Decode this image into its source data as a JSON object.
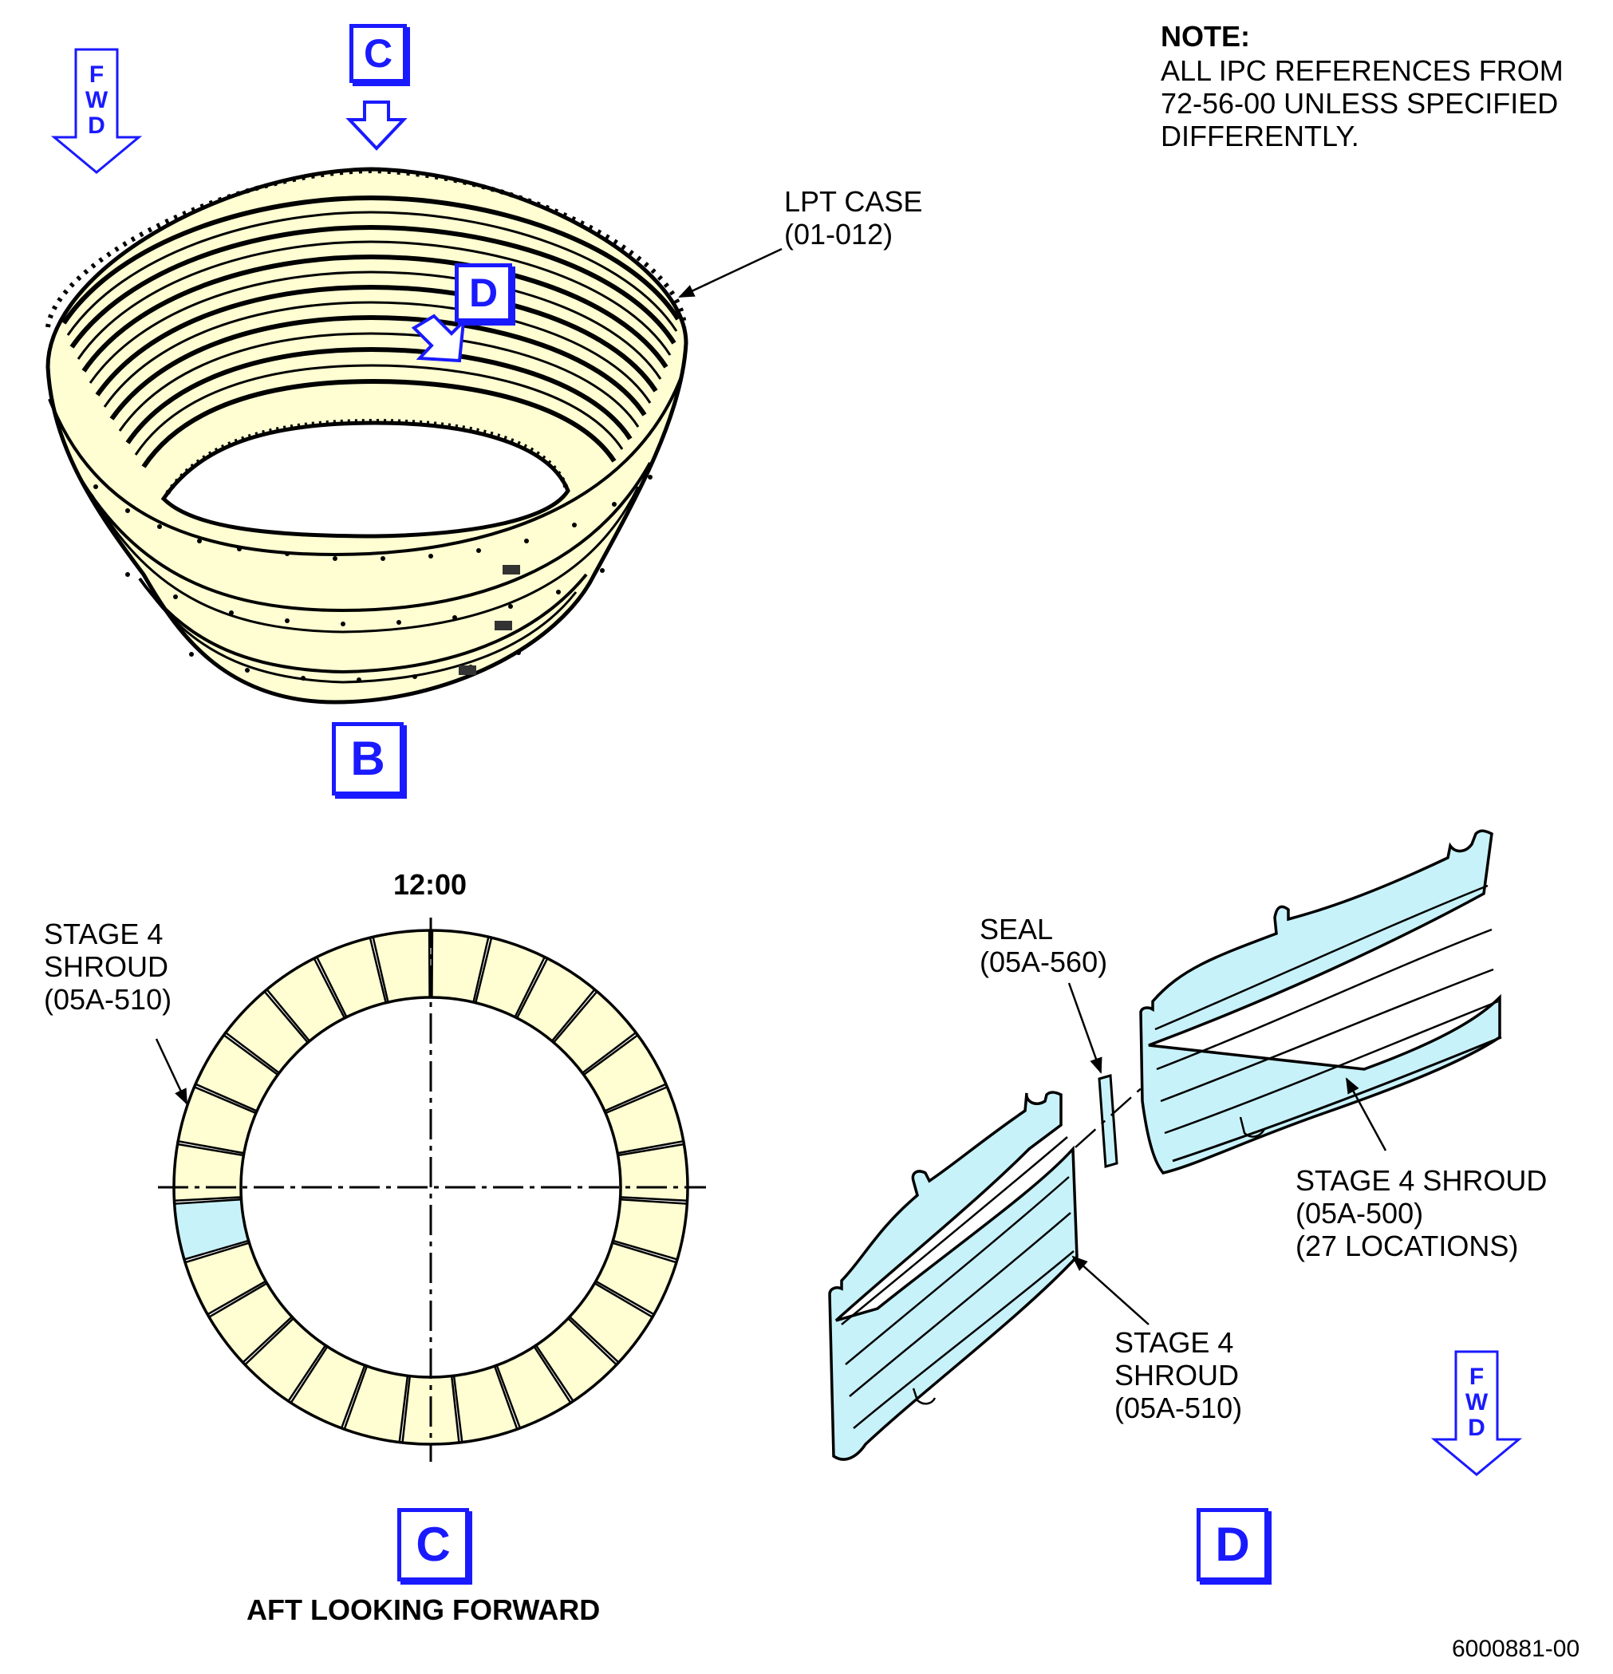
{
  "note": {
    "heading": "NOTE:",
    "lines": [
      "ALL IPC REFERENCES FROM",
      "72-56-00 UNLESS SPECIFIED",
      "DIFFERENTLY."
    ]
  },
  "fwd_indicator": [
    "F",
    "W",
    "D"
  ],
  "view_labels": {
    "b": "B",
    "c": "C",
    "d": "D"
  },
  "callouts": {
    "lpt_case": [
      "LPT CASE",
      "(01-012)"
    ],
    "stage4_shroud_left": [
      "STAGE 4",
      "SHROUD",
      "(05A-510)"
    ],
    "seal": [
      "SEAL",
      "(05A-560)"
    ],
    "stage4_shroud_500": [
      "STAGE 4 SHROUD",
      "(05A-500)",
      "(27 LOCATIONS)"
    ],
    "stage4_shroud_510": [
      "STAGE 4",
      "SHROUD",
      "(05A-510)"
    ]
  },
  "clock_label": "12:00",
  "view_c_caption": "AFT LOOKING FORWARD",
  "figure_id": "6000881-00",
  "colors": {
    "part_fill": "#fefed2",
    "highlight_fill": "#c8f2fa",
    "callout_blue": "#1a1aff",
    "line": "#000000"
  }
}
